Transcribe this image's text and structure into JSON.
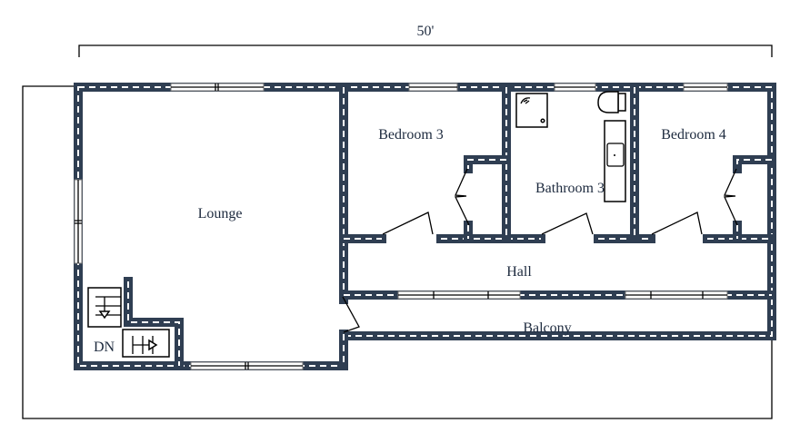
{
  "dimension": {
    "width_label": "50'"
  },
  "rooms": {
    "lounge": "Lounge",
    "bedroom3": "Bedroom 3",
    "bathroom3": "Bathroom 3",
    "bedroom4": "Bedroom 4",
    "hall": "Hall",
    "balcony": "Balcony"
  },
  "stairs": {
    "label": "DN"
  },
  "colors": {
    "wall": "#2f3e52",
    "text": "#1d2a3e"
  }
}
